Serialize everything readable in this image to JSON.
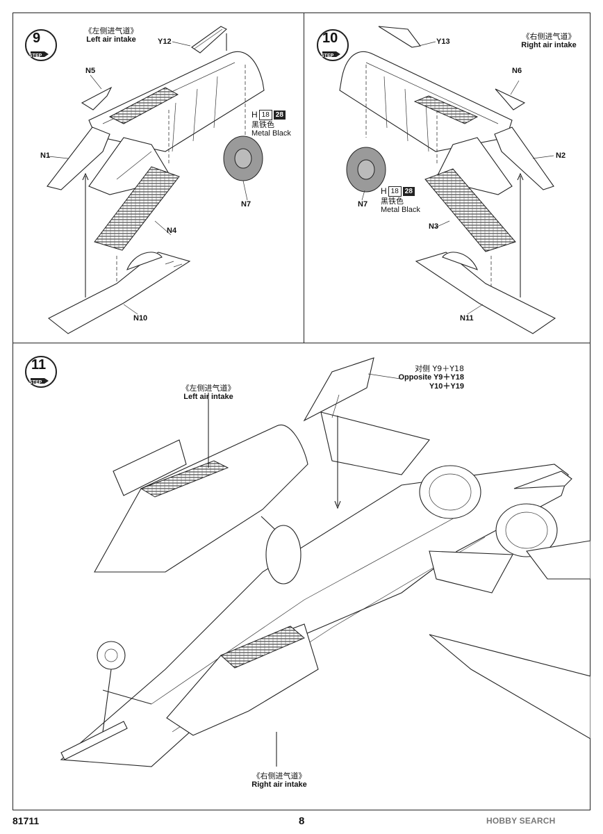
{
  "step9": {
    "step_word": "STEP",
    "number": "9",
    "title_cn": "《左侧进气道》",
    "title_en": "Left air intake",
    "parts": {
      "y12": "Y12",
      "n5": "N5",
      "n1": "N1",
      "n4": "N4",
      "n7": "N7",
      "n10": "N10"
    },
    "paint": {
      "prefix": "H",
      "code1": "18",
      "code2": "28",
      "name_cn": "黑铁色",
      "name_en": "Metal  Black"
    }
  },
  "step10": {
    "step_word": "STEP",
    "number": "10",
    "title_cn": "《右侧进气道》",
    "title_en": "Right air intake",
    "parts": {
      "y13": "Y13",
      "n6": "N6",
      "n2": "N2",
      "n7": "N7",
      "n3": "N3",
      "n11": "N11"
    },
    "paint": {
      "prefix": "H",
      "code1": "18",
      "code2": "28",
      "name_cn": "黑铁色",
      "name_en": "Metal  Black"
    }
  },
  "step11": {
    "step_word": "STEP",
    "number": "11",
    "left_cn": "《左侧进气道》",
    "left_en": "Left air intake",
    "right_cn": "《右侧进气道》",
    "right_en": "Right air intake",
    "opp_cn": "对侧 Y9＋Y18",
    "opp_en": "Opposite Y9＋Y18",
    "opp_parts": "Y10＋Y19"
  },
  "footer": {
    "code": "81711",
    "page": "8",
    "watermark": "HOBBY SEARCH"
  },
  "colors": {
    "paint_dark": "#222222",
    "fan_grey": "#9a9a9a",
    "watermark": "#777777"
  }
}
